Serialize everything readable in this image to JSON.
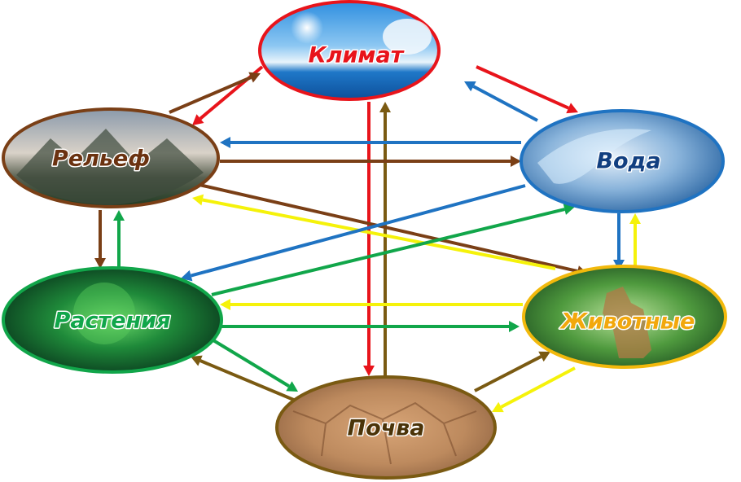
{
  "nodes": {
    "climate": {
      "label": "Климат",
      "color": "#e8141b",
      "text_color": "#e8141b"
    },
    "relief": {
      "label": "Рельеф",
      "color": "#7a3f16",
      "text_color": "#6b3210"
    },
    "water": {
      "label": "Вода",
      "color": "#1f73c2",
      "text_color": "#123f80"
    },
    "plants": {
      "label": "Растения",
      "color": "#11a64a",
      "text_color": "#11a64a"
    },
    "animals": {
      "label": "Животные",
      "color": "#f2b90c",
      "text_color": "#f2a80c"
    },
    "soil": {
      "label": "Почва",
      "color": "#7a5a12",
      "text_color": "#4a3308"
    }
  },
  "colors": {
    "red": "#e8141b",
    "brown": "#7a3f16",
    "olive": "#7a5a12",
    "blue": "#1f73c2",
    "green": "#11a64a",
    "yellow": "#f5f20a"
  }
}
